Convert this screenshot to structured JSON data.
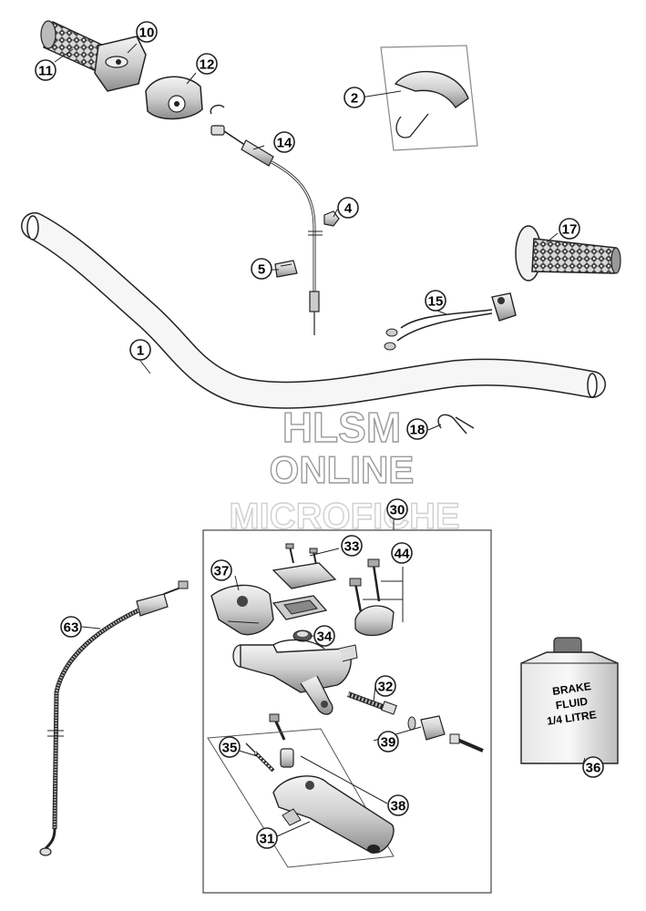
{
  "watermark": {
    "line1": "HLSM",
    "line2": "ONLINE",
    "line3": "MICROFICHE"
  },
  "bottle": {
    "line1": "BRAKE",
    "line2": "FLUID",
    "line3": "1/4 LITRE"
  },
  "callouts": {
    "c1": "1",
    "c2": "2",
    "c4": "4",
    "c5": "5",
    "c10": "10",
    "c11": "11",
    "c12": "12",
    "c14": "14",
    "c15": "15",
    "c17": "17",
    "c18": "18",
    "c30": "30",
    "c31": "31",
    "c32": "32",
    "c33": "33",
    "c34": "34",
    "c35": "35",
    "c36": "36",
    "c37": "37",
    "c38": "38",
    "c39": "39",
    "c44": "44",
    "c63": "63"
  }
}
